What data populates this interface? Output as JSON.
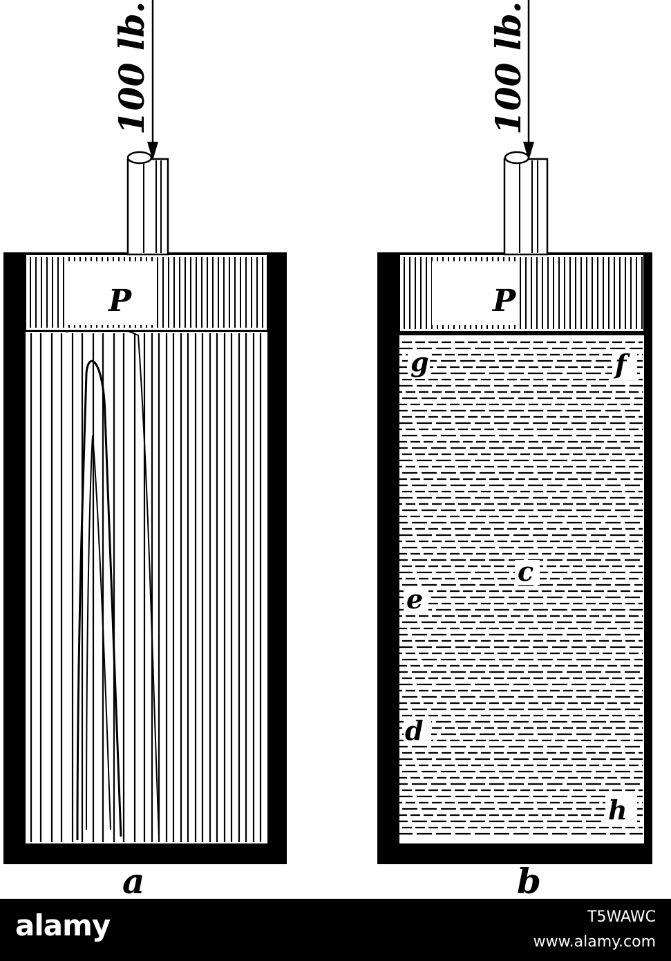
{
  "figure": {
    "load_label_a": "100 lb.",
    "load_label_b": "100 lb.",
    "piston_a": "P",
    "piston_b": "P",
    "caption_a": "a",
    "caption_b": "b",
    "points": {
      "g": "g",
      "f": "f",
      "c": "c",
      "e": "e",
      "d": "d",
      "h": "h"
    }
  },
  "footer": {
    "brand": "alamy",
    "image_id": "T5WAWC",
    "site": "www.alamy.com"
  }
}
